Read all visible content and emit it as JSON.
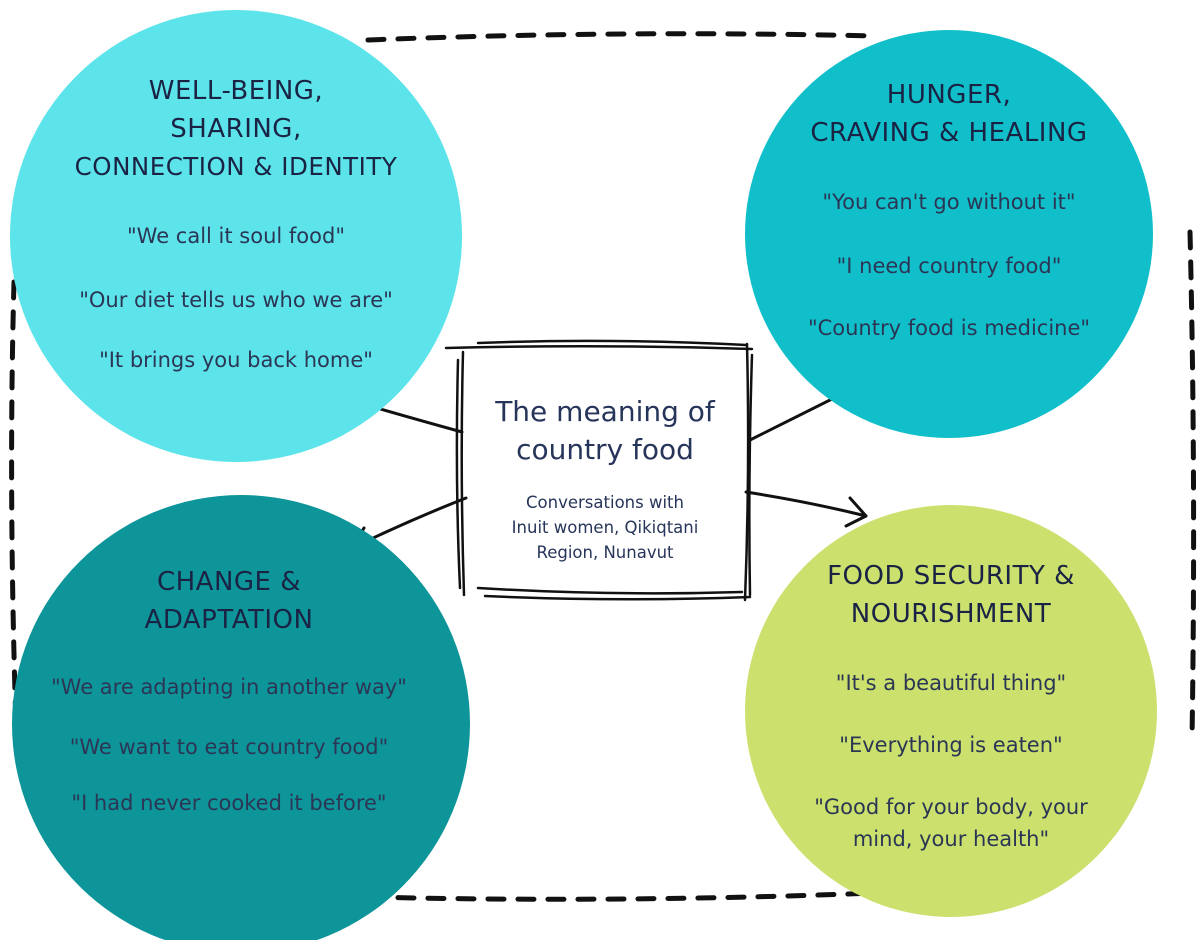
{
  "colors": {
    "wellbeing": "#5de3ea",
    "hunger": "#10bfca",
    "change": "#0e959a",
    "security": "#cbe06d",
    "text_dark": "#1a2344",
    "frame": "#111111"
  },
  "center": {
    "title_line1": "The meaning of",
    "title_line2": "country food",
    "subtitle_line1": "Conversations with",
    "subtitle_line2": "Inuit women, Qikiqtani",
    "subtitle_line3": "Region, Nunavut"
  },
  "themes": {
    "wellbeing": {
      "title_line1": "WELL-BEING,",
      "title_line2": "SHARING,",
      "title_line3": "CONNECTION & IDENTITY",
      "quotes": [
        "\"We call it soul food\"",
        "\"Our diet tells us who we are\"",
        "\"It brings you back home\""
      ]
    },
    "hunger": {
      "title_line1": "HUNGER,",
      "title_line2": "CRAVING & HEALING",
      "quotes": [
        "\"You can't go without it\"",
        "\"I need country food\"",
        "\"Country food is medicine\""
      ]
    },
    "change": {
      "title_line1": "CHANGE &",
      "title_line2": "ADAPTATION",
      "quotes": [
        "\"We are adapting in another way\"",
        "\"We want to eat country food\"",
        "\"I had never cooked it before\""
      ]
    },
    "security": {
      "title_line1": "FOOD SECURITY &",
      "title_line2": "NOURISHMENT",
      "quotes": [
        "\"It's a beautiful thing\"",
        "\"Everything is eaten\"",
        "\"Good for your body, your",
        "mind, your health\""
      ]
    }
  }
}
